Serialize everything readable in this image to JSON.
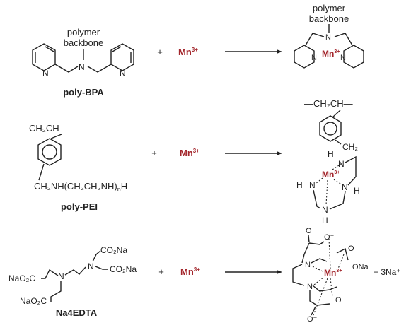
{
  "rows": [
    {
      "reactant_annotation": [
        "polymer",
        "backbone"
      ],
      "reactant_label": "poly-BPA",
      "plus": "+",
      "ion": "Mn",
      "ion_charge": "3+",
      "product_annotation": [
        "polymer",
        "backbone"
      ],
      "product_center": "Mn",
      "product_center_charge": "3+",
      "atoms": {
        "N": "N"
      }
    },
    {
      "backbone": "—CH₂CH—",
      "side_chain": "CH₂NH(CH₂CH₂NH)",
      "side_chain_sub": "n",
      "side_chain_end": "H",
      "reactant_label": "poly-PEI",
      "plus": "+",
      "ion": "Mn",
      "ion_charge": "3+",
      "product_backbone": "—CH₂CH—",
      "product_ch2": "CH₂",
      "product_center": "Mn",
      "product_center_charge": "3+",
      "atoms": {
        "N": "N",
        "H": "H"
      }
    },
    {
      "groups": [
        "CO₂Na",
        "CO₂Na",
        "NaO₂C",
        "NaO₂C"
      ],
      "atom_N": "N",
      "reactant_label": "Na4EDTA",
      "plus": "+",
      "ion": "Mn",
      "ion_charge": "3+",
      "product_center": "Mn",
      "product_center_charge": "3+",
      "product_atoms": {
        "O": "O",
        "O_minus": "O⁻",
        "ONa": "ONa",
        "N": "N"
      },
      "byproduct": "+ 3Na⁺"
    }
  ]
}
